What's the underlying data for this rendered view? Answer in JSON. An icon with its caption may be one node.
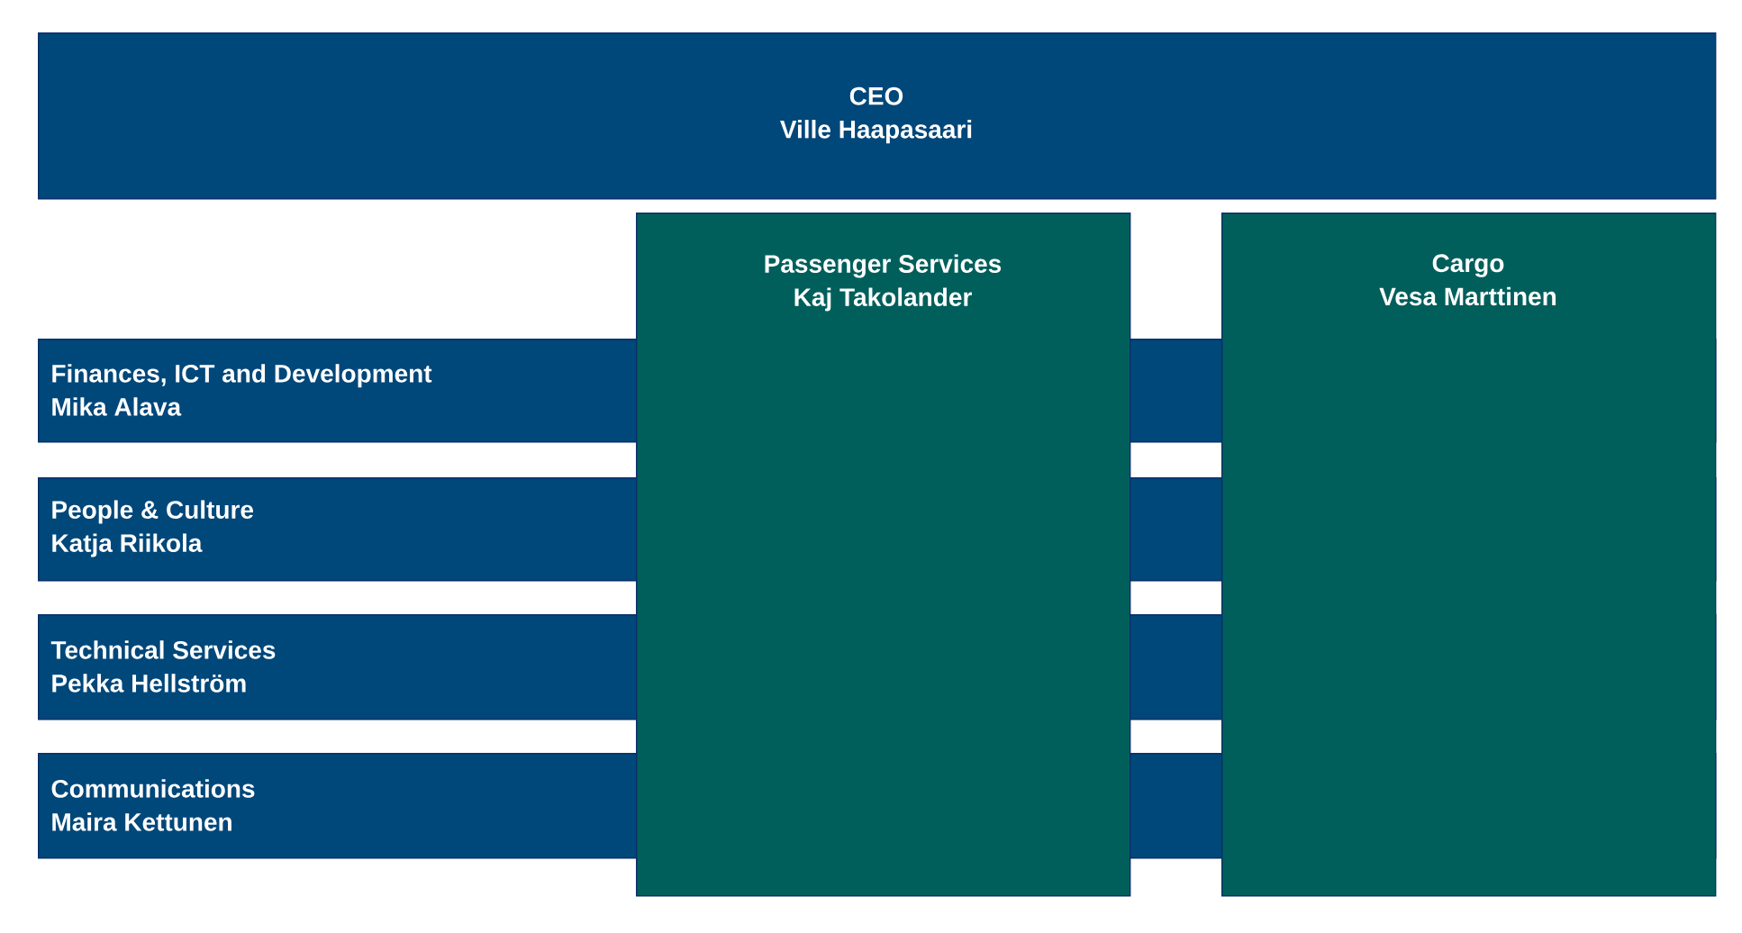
{
  "diagram": {
    "nodes": [
      {
        "text": [
          "CEO",
          "Ville Haapasaari"
        ]
      },
      {
        "text": [
          "Passenger Services",
          "Kaj Takolander"
        ]
      },
      {
        "text": [
          "Cargo",
          "Vesa Marttinen"
        ]
      },
      {
        "text": [
          "Finances, ICT and Development",
          "Mika Alava"
        ]
      },
      {
        "text": [
          "People & Culture",
          "Katja Riikola"
        ]
      },
      {
        "text": [
          "Technical Services",
          "Pekka Hellström"
        ]
      },
      {
        "text": [
          "Communications",
          "Maira Kettunen"
        ]
      }
    ]
  }
}
